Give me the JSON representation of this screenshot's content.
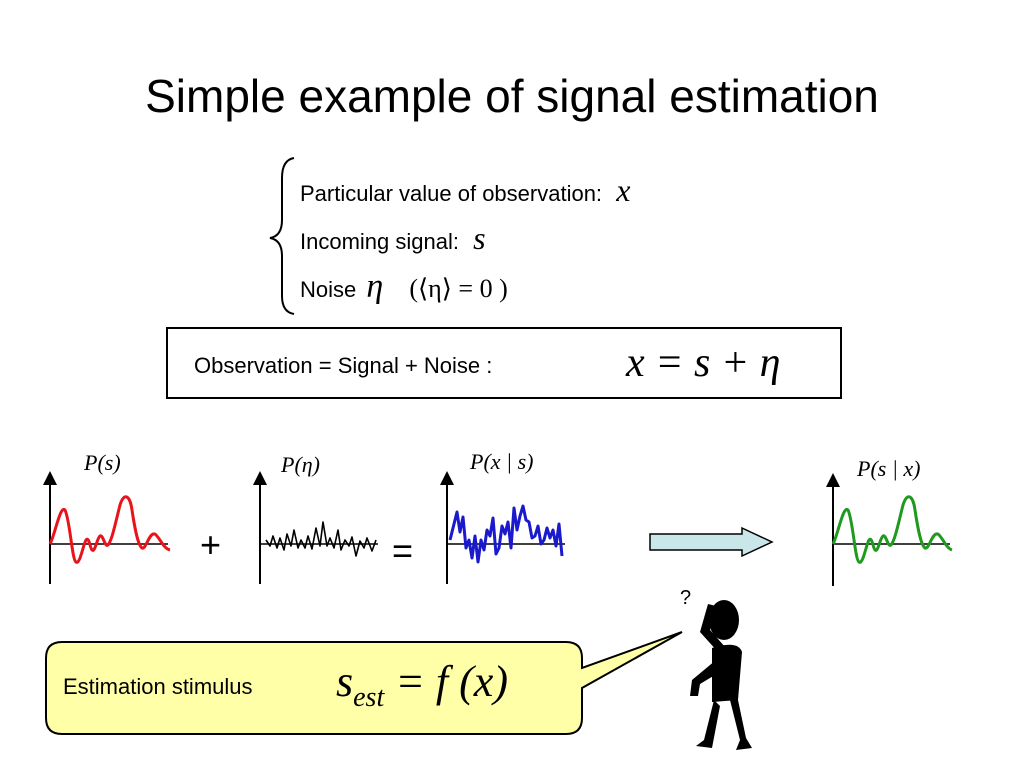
{
  "title": "Simple example of signal estimation",
  "definitions": {
    "observation_label": "Particular value of observation:",
    "observation_symbol": "x",
    "signal_label": "Incoming signal:",
    "signal_symbol": "s",
    "noise_label": "Noise",
    "noise_symbol": "η",
    "noise_condition": "(⟨η⟩ = 0 )"
  },
  "observation_box": {
    "text": "Observation = Signal + Noise :",
    "formula": "x = s + η"
  },
  "distributions": {
    "signal_label": "P(s)",
    "noise_label": "P(η)",
    "observation_label": "P(x | s)",
    "posterior_label": "P(s | x)",
    "plus": "+",
    "equals": "=",
    "colors": {
      "signal": "#e8141c",
      "noise": "#000000",
      "observation": "#1a1acc",
      "posterior": "#1f9a1f",
      "arrow_fill": "#c9e6e8"
    }
  },
  "estimation": {
    "label": "Estimation stimulus",
    "formula_main": "s",
    "formula_sub": "est",
    "formula_rest": "= f (x)",
    "callout_color": "#ffffa8"
  },
  "figure": {
    "icon": "thinking-person-icon",
    "question_mark": "?"
  }
}
